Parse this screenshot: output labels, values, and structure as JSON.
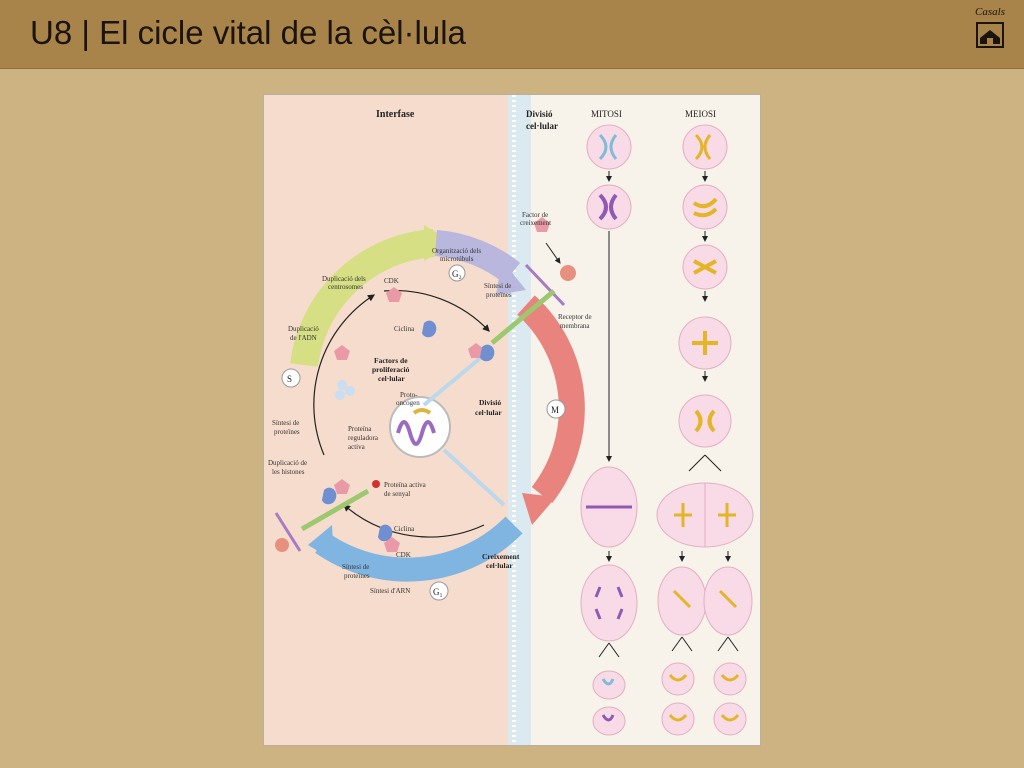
{
  "header": {
    "title": "U8 | El cicle vital de la cèl·lula",
    "logo_text": "Casals"
  },
  "diagram": {
    "interphase_title": "Interfase",
    "division_title_1": "Divisió",
    "division_title_2": "cel·lular",
    "mitosis": "MITOSI",
    "meiosis": "MEIOSI",
    "phase_g2": "G₂",
    "phase_s": "S",
    "phase_m": "M",
    "phase_g1": "G₁",
    "dup_centrosomes_1": "Duplicació dels",
    "dup_centrosomes_2": "centrosomes",
    "dup_adn_1": "Duplicació",
    "dup_adn_2": "de l'ADN",
    "protein_syn_left_1": "Síntesi de",
    "protein_syn_left_2": "proteïnes",
    "dup_histones_1": "Duplicació de",
    "dup_histones_2": "les histones",
    "microtubule_org_1": "Organització dels",
    "microtubule_org_2": "microtúbuls",
    "protein_syn_top_1": "Síntesi de",
    "protein_syn_top_2": "proteïnes",
    "cdk_top": "CDK",
    "cyclin_top": "Ciclina",
    "prolif_factors_1": "Factors de",
    "prolif_factors_2": "proliferació",
    "prolif_factors_3": "cel·lular",
    "protooncogene_1": "Proto-",
    "protooncogene_2": "oncogen",
    "reg_protein_1": "Proteïna",
    "reg_protein_2": "reguladora",
    "reg_protein_3": "activa",
    "cell_div_1": "Divisió",
    "cell_div_2": "cel·lular",
    "signal_protein_1": "Proteïna activa",
    "signal_protein_2": "de senyal",
    "cyclin_bottom": "Ciclina",
    "cdk_bottom": "CDK",
    "protein_syn_bottom_1": "Síntesi de",
    "protein_syn_bottom_2": "proteïnes",
    "rna_syn": "Síntesi d'ARN",
    "cell_growth_1": "Creixement",
    "cell_growth_2": "cel·lular",
    "growth_factor_1": "Factor de",
    "growth_factor_2": "creixement",
    "membrane_receptor_1": "Receptor de",
    "membrane_receptor_2": "membrana"
  },
  "colors": {
    "header": "#a8844a",
    "background": "#cdb282",
    "interphase_bg": "#f6dccd",
    "division_bg": "#f7f3ea"
  }
}
